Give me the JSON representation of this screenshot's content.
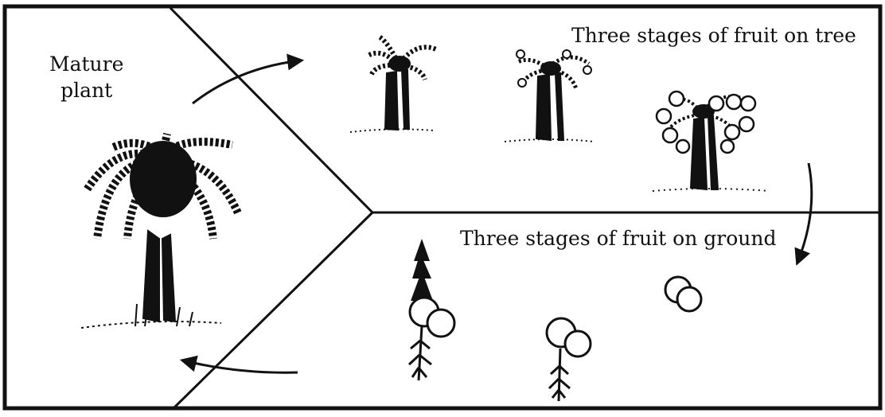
{
  "labels": {
    "mature_line1": "Mature",
    "mature_line2": "plant",
    "tree_stages": "Three stages of fruit on tree",
    "ground_stages": "Three stages of fruit on ground"
  },
  "colors": {
    "ink": "#111111",
    "background": "#ffffff"
  }
}
